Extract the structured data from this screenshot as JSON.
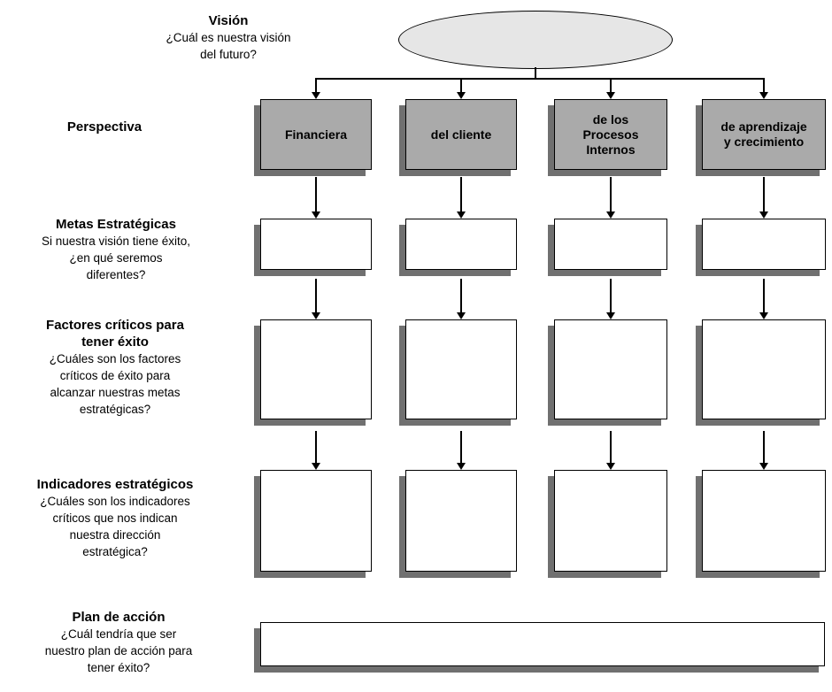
{
  "labels": {
    "vision": {
      "title": "Visión",
      "subtitle": "¿Cuál es nuestra visión\ndel futuro?"
    },
    "perspectiva": {
      "title": "Perspectiva",
      "subtitle": ""
    },
    "metas": {
      "title": "Metas Estratégicas",
      "subtitle": "Si nuestra visión tiene éxito,\n¿en qué seremos\ndiferentes?"
    },
    "factores": {
      "title": "Factores críticos para\ntener éxito",
      "subtitle": "¿Cuáles son los factores\ncríticos de éxito para\nalcanzar nuestras metas\nestratégicas?"
    },
    "indicadores": {
      "title": "Indicadores estratégicos",
      "subtitle": "¿Cuáles son los indicadores\ncríticos que nos indican\nnuestra dirección\nestratégica?"
    },
    "plan": {
      "title": "Plan de acción",
      "subtitle": "¿Cuál tendría que ser\nnuestro plan de acción para\ntener éxito?"
    }
  },
  "columns": [
    "Financiera",
    "del cliente",
    "de los\nProcesos\nInternos",
    "de aprendizaje\ny crecimiento"
  ],
  "colors": {
    "perspective_box_fill": "#aaaaaa",
    "box_shadow": "#707070",
    "ellipse_fill": "#e6e6e6",
    "outline": "#000000",
    "background": "#ffffff"
  }
}
